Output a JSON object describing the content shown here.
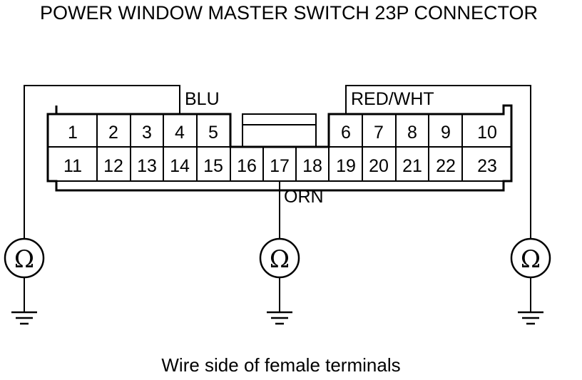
{
  "title": "POWER WINDOW MASTER SWITCH 23P CONNECTOR",
  "caption": "Wire side of female terminals",
  "wire_labels": {
    "blu": "BLU",
    "red_wht": "RED/WHT",
    "orn": "ORN"
  },
  "top_row_left": [
    "1",
    "2",
    "3",
    "4",
    "5"
  ],
  "top_row_right": [
    "6",
    "7",
    "8",
    "9",
    "10"
  ],
  "bottom_row": [
    "11",
    "12",
    "13",
    "14",
    "15",
    "16",
    "17",
    "18",
    "19",
    "20",
    "21",
    "22",
    "23"
  ],
  "meter_symbol": "Ω",
  "meters": [
    {
      "name": "ohmmeter-left",
      "connected_terminal": "4",
      "wire": "BLU"
    },
    {
      "name": "ohmmeter-center",
      "connected_terminal": "17",
      "wire": "ORN"
    },
    {
      "name": "ohmmeter-right",
      "connected_terminal": "6",
      "wire": "RED/WHT"
    }
  ]
}
